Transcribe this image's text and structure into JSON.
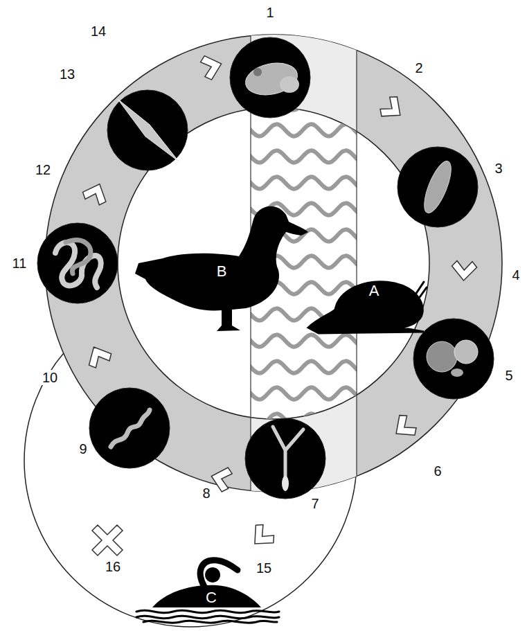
{
  "diagram": {
    "nodes": [
      {
        "text": [
          "B"
        ]
      },
      {
        "text": [
          "A"
        ]
      },
      {
        "text": [
          "C"
        ]
      }
    ],
    "labels": [
      "1",
      "2",
      "3",
      "4",
      "5",
      "6",
      "7",
      "8",
      "9",
      "10",
      "11",
      "12",
      "13",
      "14",
      "15",
      "16"
    ]
  }
}
